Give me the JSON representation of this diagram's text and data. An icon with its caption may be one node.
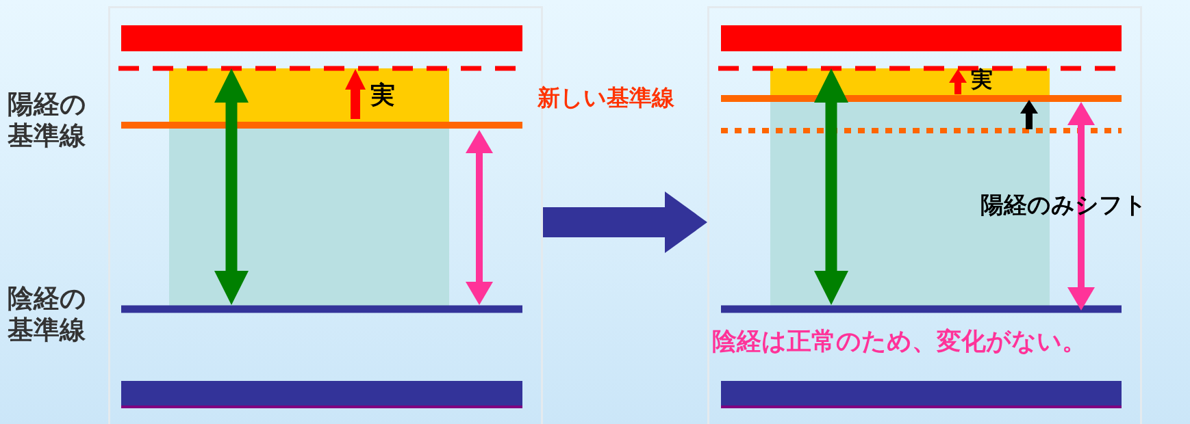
{
  "diagram": {
    "nodes": [
      {
        "text": [],
        "shape": "box",
        "beside": [
          "陽経の基準線",
          "陰経の基準線"
        ]
      },
      {
        "text": [],
        "shape": "box"
      }
    ],
    "edges": [
      {
        "from": 0,
        "to": 1,
        "arrow": "to",
        "color": "#333399"
      }
    ],
    "labels": [
      "実",
      "新しい基準線",
      "実",
      "陽経のみシフト",
      "陰経は正常のため、変化がない。"
    ]
  }
}
